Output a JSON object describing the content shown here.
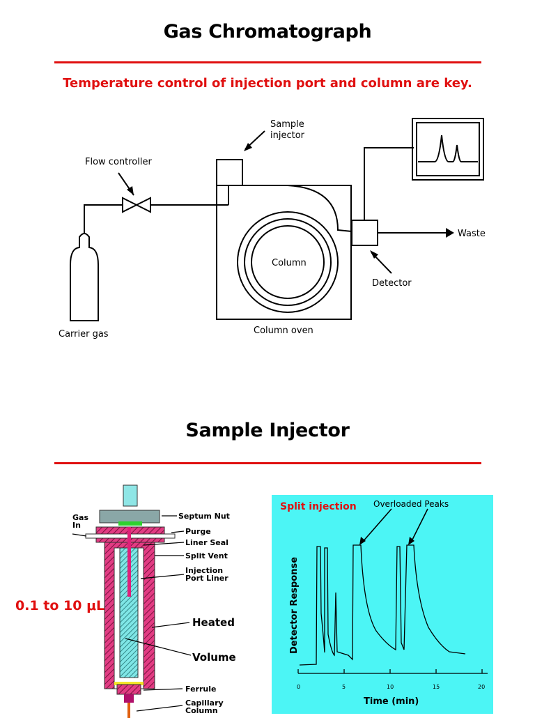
{
  "slide1": {
    "title": "Gas Chromatograph",
    "subtitle": "Temperature control of injection port and column are key.",
    "diagram": {
      "sample_injector": "Sample\ninjector",
      "flow_controller": "Flow controller",
      "column": "Column",
      "waste": "Waste",
      "detector": "Detector",
      "carrier_gas": "Carrier gas",
      "column_oven": "Column oven"
    }
  },
  "slide2": {
    "title": "Sample Injector",
    "volume_note": "0.1 to 10 μL",
    "injector_labels": {
      "gas_in": "Gas\nIn",
      "septum_nut": "Septum Nut",
      "purge": "Purge",
      "liner_seal": "Liner Seal",
      "split_vent": "Split Vent",
      "port_liner": "Injection\nPort Liner",
      "heated": "Heated",
      "volume": "Volume",
      "ferrule": "Ferrule",
      "capillary": "Capillary\nColumn"
    },
    "chart": {
      "split_label": "Split injection",
      "overloaded_label": "Overloaded Peaks",
      "colors": {
        "background": "#4cf5f5",
        "label": "#e01010"
      }
    }
  },
  "chart_data": {
    "type": "line",
    "title": "",
    "xlabel": "Time (min)",
    "ylabel": "Detector Response",
    "xlim": [
      0,
      21
    ],
    "xticks": [
      0,
      5,
      10,
      15,
      20
    ],
    "annotations": [
      "Split injection",
      "Overloaded Peaks"
    ],
    "peaks_min": [
      2.1,
      2.9,
      4.1,
      6.1,
      11.1,
      12.1
    ]
  }
}
